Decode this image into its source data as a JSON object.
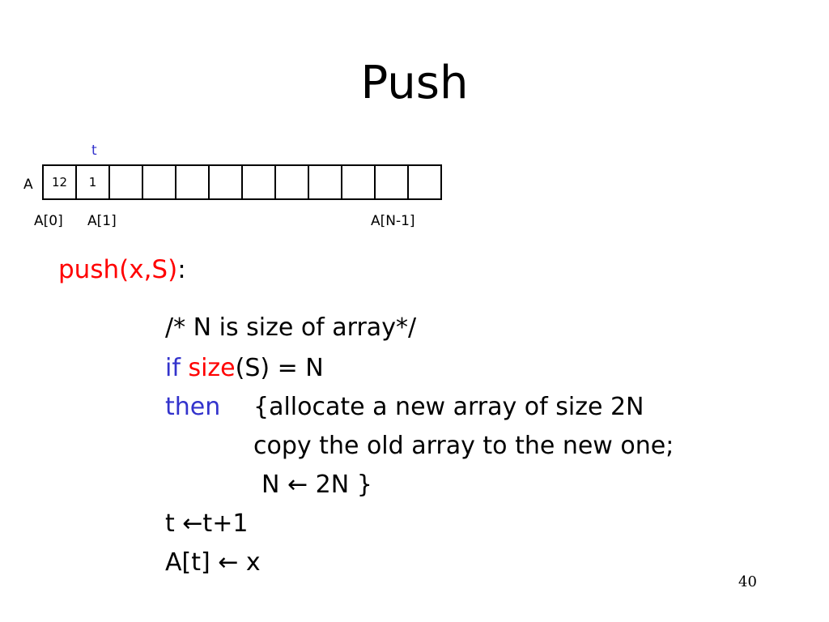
{
  "slide": {
    "title": "Push",
    "page_number": "40"
  },
  "diagram": {
    "pointer_label": "t",
    "array_name": "A",
    "cells": [
      "12",
      "1",
      "",
      "",
      "",
      "",
      "",
      "",
      "",
      "",
      "",
      ""
    ],
    "index_first": "A[0]",
    "index_second": "A[1]",
    "index_last": "A[N-1]"
  },
  "colors": {
    "red": "#ff0000",
    "blue": "#3333cc",
    "black": "#000000"
  },
  "code": {
    "func_name": "push(x,S)",
    "func_colon": ":",
    "comment": "/* N is size of array*/",
    "if_kw": "if",
    "size_fn": "size",
    "if_rest": "(S) = N",
    "then_kw": "then",
    "then_line1": "{allocate a new array of size 2N",
    "then_line2": "copy the old array to the new one;",
    "then_line3": "N ← 2N }",
    "incr": "t ←t+1",
    "assign": "A[t] ← x"
  }
}
